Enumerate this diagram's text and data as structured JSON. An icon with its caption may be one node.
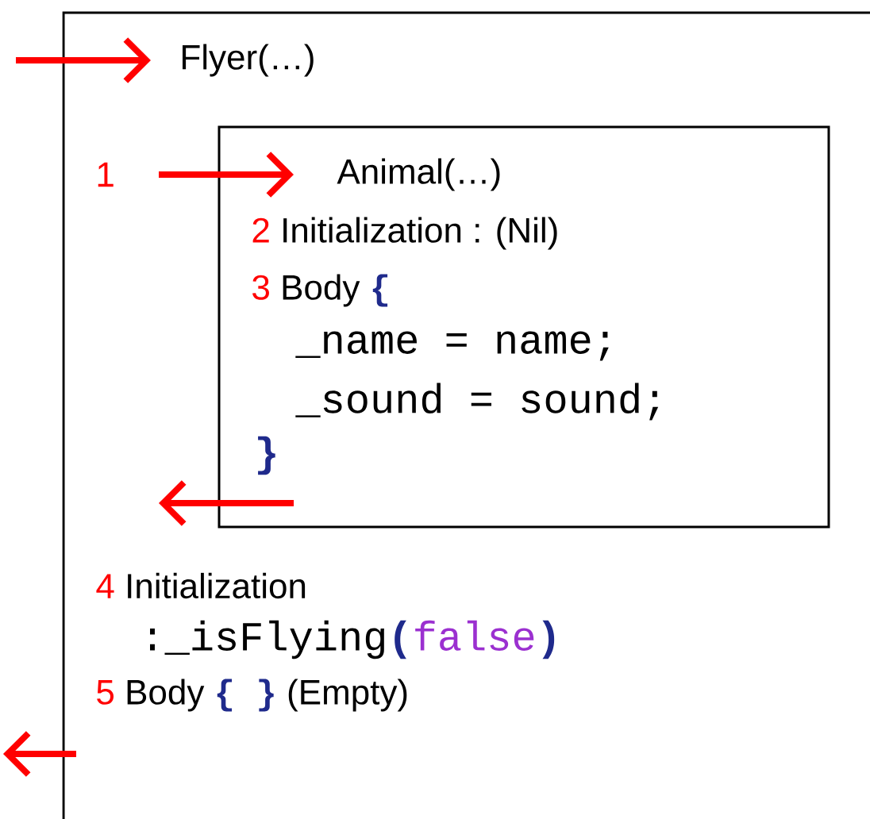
{
  "diagram": {
    "nodes": [
      {
        "text": [
          "Flyer(…)",
          "Initialization",
          ":_isFlying",
          "(",
          "false",
          ")",
          "Body",
          "{ }",
          "(Empty)"
        ]
      },
      {
        "text": [
          "Animal(…)",
          "Initialization : (Nil)",
          "Body",
          "{",
          "_name = name;",
          "_sound = sound;",
          "}"
        ],
        "in": 0
      }
    ],
    "edges": [
      {
        "from": null,
        "to": 0,
        "arrow": "to"
      },
      {
        "from": null,
        "to": 1,
        "arrow": "to"
      },
      {
        "from": 1,
        "to": null,
        "arrow": "to"
      },
      {
        "from": 0,
        "to": null,
        "arrow": "to"
      }
    ],
    "labels": [
      "1",
      "2",
      "3",
      "4",
      "5"
    ]
  }
}
